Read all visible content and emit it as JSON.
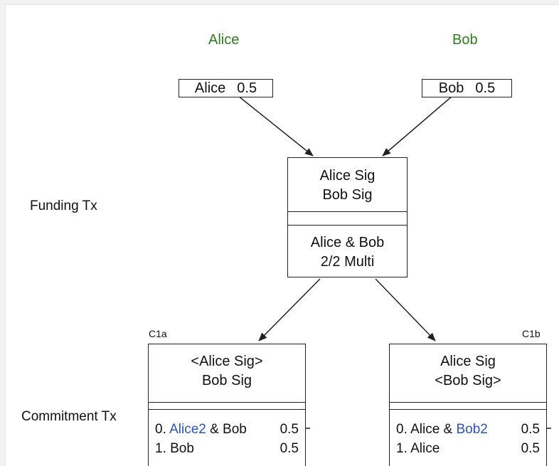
{
  "parties": {
    "left": "Alice",
    "right": "Bob"
  },
  "inputs": {
    "alice": {
      "name": "Alice",
      "amount": "0.5"
    },
    "bob": {
      "name": "Bob",
      "amount": "0.5"
    }
  },
  "funding": {
    "label": "Funding Tx",
    "sig_lines": [
      "Alice Sig",
      "Bob Sig"
    ],
    "output_lines": [
      "Alice & Bob",
      "2/2 Multi"
    ]
  },
  "commitment": {
    "label": "Commitment Tx",
    "c1a": {
      "id": "C1a",
      "sig_lines": [
        "<Alice Sig>",
        "Bob Sig"
      ],
      "outputs": [
        {
          "prefix": "0. ",
          "highlight": "Alice2",
          "suffix": " & Bob",
          "amount": "0.5"
        },
        {
          "prefix": "1. ",
          "highlight": "",
          "suffix": "Bob",
          "amount": "0.5"
        }
      ]
    },
    "c1b": {
      "id": "C1b",
      "sig_lines": [
        "Alice Sig",
        "<Bob Sig>"
      ],
      "outputs": [
        {
          "prefix": "0. Alice & ",
          "highlight": "Bob2",
          "suffix": "",
          "amount": "0.5"
        },
        {
          "prefix": "1. ",
          "highlight": "",
          "suffix": "Alice",
          "amount": "0.5"
        }
      ]
    }
  },
  "colors": {
    "party": "#2e7d1f",
    "highlight": "#2a52c9",
    "stroke": "#222222"
  }
}
